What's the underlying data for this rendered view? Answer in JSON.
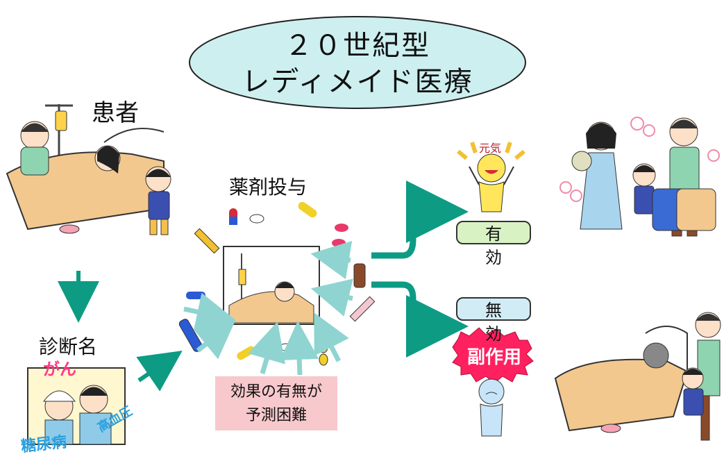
{
  "title": {
    "line1": "２０世紀型",
    "line2": "レディメイド医療"
  },
  "labels": {
    "patient": "患者",
    "diagnosis": "診断名",
    "administration": "薬剤投与",
    "effective": "有 効",
    "ineffective": "無 効",
    "side_effect": "副作用",
    "genki": "元気",
    "prediction_line1": "効果の有無が",
    "prediction_line2": "予測困難",
    "disease_cancer": "がん",
    "disease_hypertension": "高血圧",
    "disease_diabetes": "糖尿病"
  },
  "colors": {
    "teal": "#0d9b84",
    "light_teal": "#8fd4d0",
    "oval_fill": "#cdeff0",
    "pill_green": "#d9f2c4",
    "pill_blue": "#d2ecf5",
    "side_effect_red": "#ff2060",
    "pink_box": "#f7c8cc"
  }
}
